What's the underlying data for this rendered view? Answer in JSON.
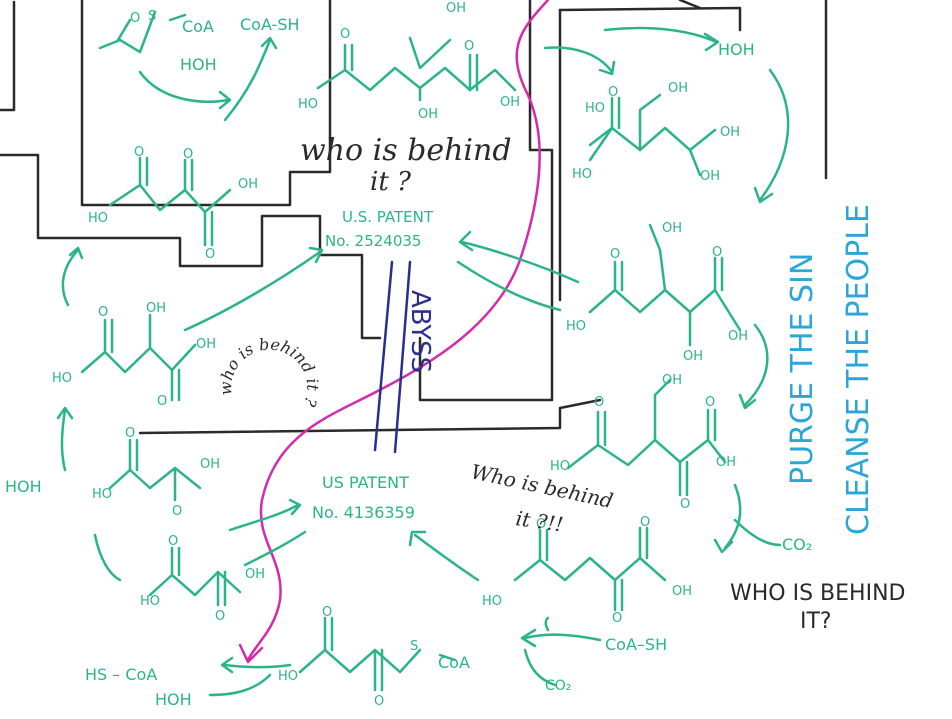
{
  "colors": {
    "green": "#2bb586",
    "black": "#2a2a2a",
    "magenta": "#d62aa8",
    "navy": "#2a2f8f",
    "blue": "#2aa6d9"
  },
  "labels": {
    "coa_top": "CoA",
    "coash_top": "CoA-SH",
    "hoh_top": "HOH",
    "hoh_right": "HOH",
    "who_behind_main": "who is behind",
    "who_behind_main_2": "it ?",
    "patent1_line1": "U.S. PATENT",
    "patent1_line2": "No. 2524035",
    "abyss": "ABYSS",
    "who_circle": "who is behind it ?",
    "patent2_line1": "US PATENT",
    "patent2_line2": "No. 4136359",
    "who_behind_2_line1": "Who is behind",
    "who_behind_2_line2": "it ?!!",
    "who_caps_line1": "WHO IS BEHIND",
    "who_caps_line2": "IT?",
    "purge": "PURGE THE SIN",
    "cleanse": "CLEANSE THE PEOPLE",
    "co2_right": "CO₂",
    "coash_bottom": "CoA–SH",
    "co2_bottom": "CO₂",
    "hs_coa": "HS – CoA",
    "hoh_bottom": "HOH",
    "hoh_left": "HOH",
    "coa_bottom": "CoA"
  },
  "atoms": {
    "o": "O",
    "oh": "OH",
    "ho": "HO",
    "s": "S"
  }
}
